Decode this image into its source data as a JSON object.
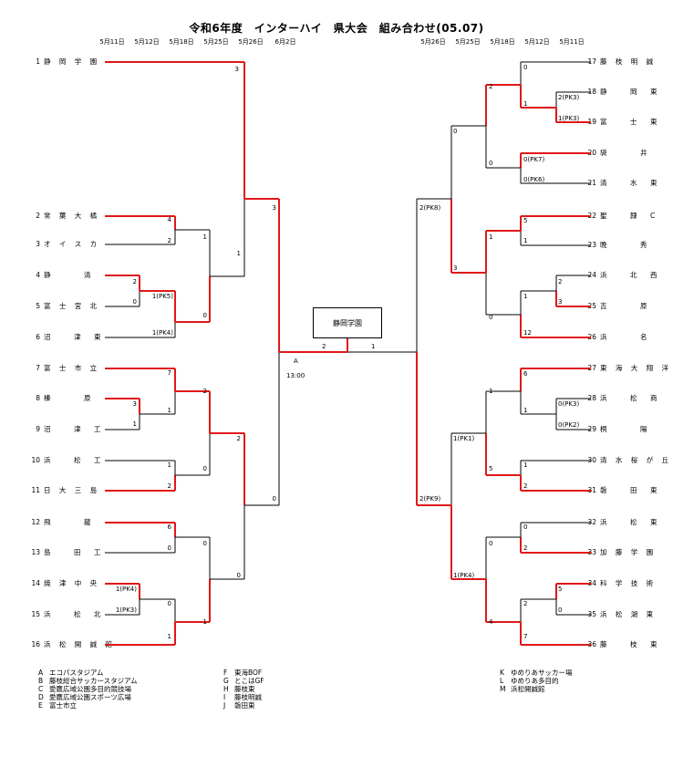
{
  "title": "令和6年度　インターハイ　県大会　組み合わせ(05.07)",
  "dates_left": [
    "5月11日",
    "5月12日",
    "5月18日",
    "5月25日",
    "5月26日",
    "6月2日"
  ],
  "dates_right": [
    "5月26日",
    "5月25日",
    "5月18日",
    "5月12日",
    "5月11日"
  ],
  "teams_left": [
    {
      "no": "1",
      "name": "静 岡 学 園"
    },
    {
      "no": "2",
      "name": "常 葉 大 橘"
    },
    {
      "no": "3",
      "name": "オ イ ス カ"
    },
    {
      "no": "4",
      "name": "静　　　清"
    },
    {
      "no": "5",
      "name": "富 士 宮 北"
    },
    {
      "no": "6",
      "name": "沼　　津　東"
    },
    {
      "no": "7",
      "name": "富 士 市 立"
    },
    {
      "no": "8",
      "name": "榛　　　原"
    },
    {
      "no": "9",
      "name": "沼　　津　工"
    },
    {
      "no": "10",
      "name": "浜　　松　工"
    },
    {
      "no": "11",
      "name": "日 大 三 島"
    },
    {
      "no": "12",
      "name": "飛　　　龍"
    },
    {
      "no": "13",
      "name": "島　　田　工"
    },
    {
      "no": "14",
      "name": "焼 津 中 央"
    },
    {
      "no": "15",
      "name": "浜　　松　北"
    },
    {
      "no": "16",
      "name": "浜 松 開 誠 館"
    }
  ],
  "teams_right": [
    {
      "no": "17",
      "name": "藤 枝 明 誠"
    },
    {
      "no": "18",
      "name": "静　　岡　東"
    },
    {
      "no": "19",
      "name": "富　　士　東"
    },
    {
      "no": "20",
      "name": "袋　　　井"
    },
    {
      "no": "21",
      "name": "清　　水　東"
    },
    {
      "no": "22",
      "name": "聖　　隷　C"
    },
    {
      "no": "23",
      "name": "晩　　　秀"
    },
    {
      "no": "24",
      "name": "浜　　北　西"
    },
    {
      "no": "25",
      "name": "吉　　　原"
    },
    {
      "no": "26",
      "name": "浜　　　名"
    },
    {
      "no": "27",
      "name": "東 海 大 翔 洋"
    },
    {
      "no": "28",
      "name": "浜　　松　商"
    },
    {
      "no": "29",
      "name": "桐　　　陽"
    },
    {
      "no": "30",
      "name": "清 水 桜 が 丘"
    },
    {
      "no": "31",
      "name": "磐　　田　東"
    },
    {
      "no": "32",
      "name": "浜　　松　東"
    },
    {
      "no": "33",
      "name": "加 藤 学 園"
    },
    {
      "no": "34",
      "name": "科 学 技 術"
    },
    {
      "no": "35",
      "name": "浜 松 湖 東"
    },
    {
      "no": "36",
      "name": "藤　　枝　東"
    }
  ],
  "final": {
    "winner": "静岡学園",
    "score_left": "2",
    "score_right": "1",
    "venue": "A",
    "time": "13:00"
  },
  "scores": {
    "l1": "3",
    "l2": "4",
    "l3": "2",
    "l4": "2",
    "l5": "0",
    "l45": "1(PK5)",
    "l6": "1(PK4)",
    "l23w": "1",
    "l456": "0",
    "lq1a": "1",
    "l7": "7",
    "l8": "3",
    "l9": "1",
    "l89": "1",
    "l10": "1",
    "l11": "2",
    "l789": "2",
    "l1011": "0",
    "lq2a": "2",
    "l12": "6",
    "l13": "0",
    "l14": "1(PK4)",
    "l15": "1(PK3)",
    "l1213": "0",
    "l1415": "0",
    "l1215": "0",
    "l16": "1",
    "l1416": "1",
    "lsf1": "3",
    "lsf2": "0",
    "r17": "0",
    "r18": "2(PK3)",
    "r19": "1(PK3)",
    "r1819": "1",
    "r20": "0(PK7)",
    "r21": "0(PK6)",
    "r1719": "2",
    "r2021": "0",
    "rq1": "0",
    "r22": "5",
    "r23": "1",
    "r24": "2",
    "r25": "3",
    "r2425": "1",
    "r26": "12",
    "r2223": "1",
    "r2426": "0",
    "rq2": "3",
    "r27": "6",
    "r28": "0(PK3)",
    "r29": "0(PK2)",
    "r2829": "1",
    "r30": "1",
    "r31": "2",
    "r2729": "1",
    "r3031": "5",
    "rq3": "1(PK1)",
    "r32": "0",
    "r33": "2",
    "r34": "5",
    "r35": "0",
    "r3435": "2",
    "r36": "7",
    "r3233": "0",
    "r3436": "4",
    "rq4": "1(PK4)",
    "rsf1": "2(PK8)",
    "rsf2": "2(PK9)"
  },
  "venues_col1": [
    {
      "code": "A",
      "name": "エコパスタジアム"
    },
    {
      "code": "B",
      "name": "藤枝総合サッカースタジアム"
    },
    {
      "code": "C",
      "name": "愛鷹広域公園多目的競技場"
    },
    {
      "code": "D",
      "name": "愛鷹広域公園スポーツ広場"
    },
    {
      "code": "E",
      "name": "富士市立"
    }
  ],
  "venues_col2": [
    {
      "code": "F",
      "name": "東海BOF"
    },
    {
      "code": "G",
      "name": "とこはGF"
    },
    {
      "code": "H",
      "name": "藤枝東"
    },
    {
      "code": "I",
      "name": "藤枝明誠"
    },
    {
      "code": "J",
      "name": "磐田東"
    }
  ],
  "venues_col3": [
    {
      "code": "K",
      "name": "ゆめりあサッカー場"
    },
    {
      "code": "L",
      "name": "ゆめりあ多目的"
    },
    {
      "code": "M",
      "name": "浜松開誠館"
    }
  ],
  "colors": {
    "win": "#e01818",
    "line": "#000000"
  }
}
